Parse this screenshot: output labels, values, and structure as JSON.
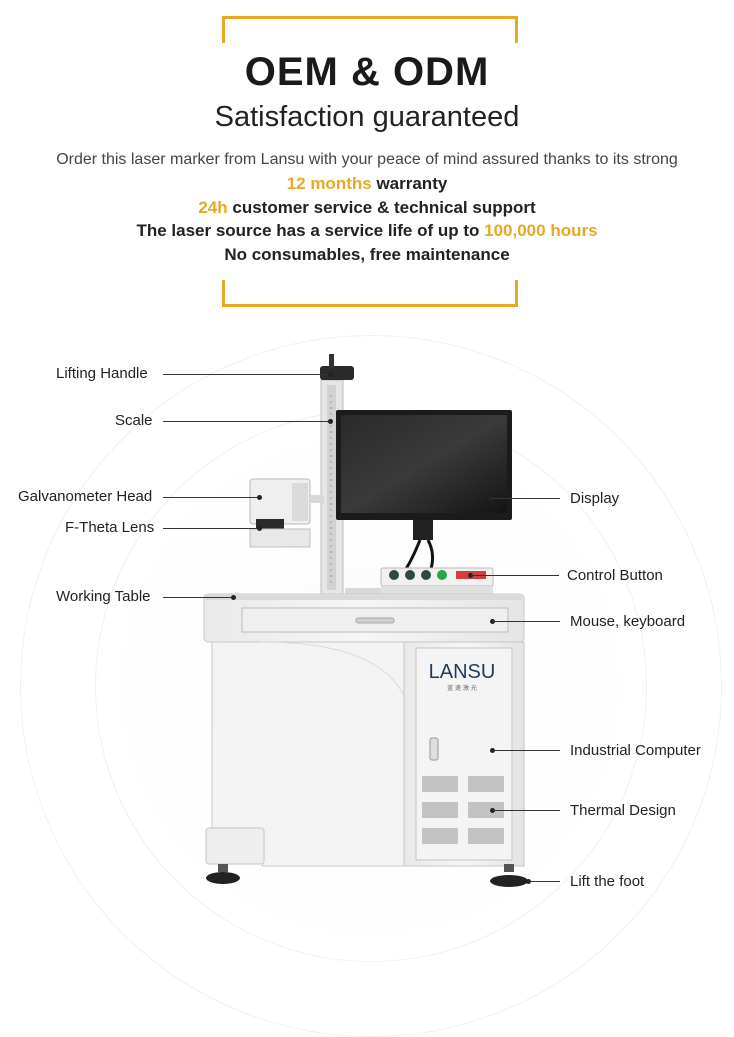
{
  "header": {
    "title": "OEM & ODM",
    "subtitle": "Satisfaction guaranteed",
    "intro": "Order this laser marker from Lansu with your peace of mind assured thanks to its strong",
    "warranty": {
      "highlight": "12 months",
      "rest": " warranty"
    },
    "service": {
      "highlight": "24h",
      "rest": " customer service & technical support"
    },
    "laser": {
      "lead": "The laser source has a service life of up to ",
      "highlight": "100,000 hours"
    },
    "maintenance": "No consumables, free maintenance"
  },
  "brand": {
    "logo_text": "LANSU",
    "logo_subtext": "蓝 速 激 光"
  },
  "colors": {
    "accent": "#e8a922",
    "text": "#222222"
  },
  "labels": {
    "lifting_handle": "Lifting Handle",
    "scale": "Scale",
    "galvanometer_head": "Galvanometer Head",
    "f_theta_lens": "F-Theta Lens",
    "working_table": "Working Table",
    "display": "Display",
    "control_button": "Control Button",
    "mouse_keyboard": "Mouse, keyboard",
    "industrial_computer": "Industrial Computer",
    "thermal_design": "Thermal Design",
    "lift_the_foot": "Lift the foot"
  }
}
